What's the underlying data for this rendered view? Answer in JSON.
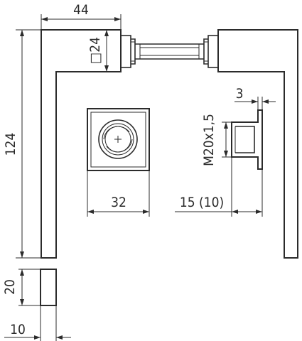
{
  "drawing": {
    "dimensions": {
      "handle_width": "44",
      "rose_size": "□24",
      "handle_height": "124",
      "plate_width": "32",
      "thread": "M20x1,5",
      "flange": "3",
      "door_thickness": "15 (10)",
      "section_height": "20",
      "section_width": "10"
    },
    "colors": {
      "line": "#2b2b2b",
      "background": "#ffffff"
    }
  }
}
